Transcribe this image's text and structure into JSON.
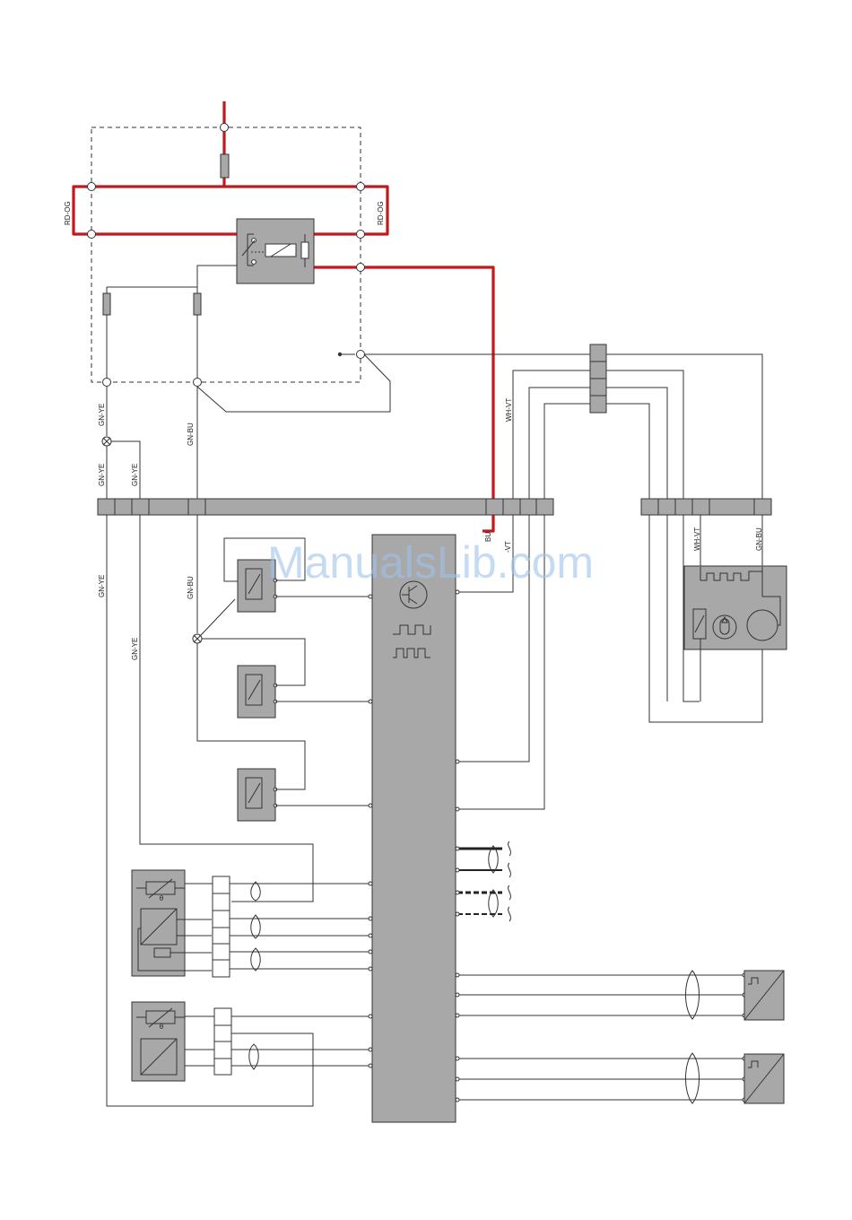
{
  "watermark": "ManualsLib.com",
  "colors": {
    "power_wire": "#c0191f",
    "component_fill": "#a8a8a8",
    "line": "#333333"
  },
  "wire_labels": {
    "rd_og_left": "RD-OG",
    "rd_og_right": "RD-OG",
    "gn_ye_upper": "GN-YE",
    "gn_ye_a": "GN-YE",
    "gn_ye_b": "GN-YE",
    "gn_ye_long": "GN-YE",
    "gn_ye_mid": "GN-YE",
    "gn_bu_upper": "GN-BU",
    "gn_bu_mid": "GN-BU",
    "wh_vt_upper": "WH-VT",
    "bu_cut": "BU",
    "vt_cut": "-VT",
    "wh_vt_right": "WH-VT",
    "gn_bu_right": "GN-BU"
  },
  "symbols": {
    "thermistor": "θ",
    "thermistor_2": "θ"
  }
}
